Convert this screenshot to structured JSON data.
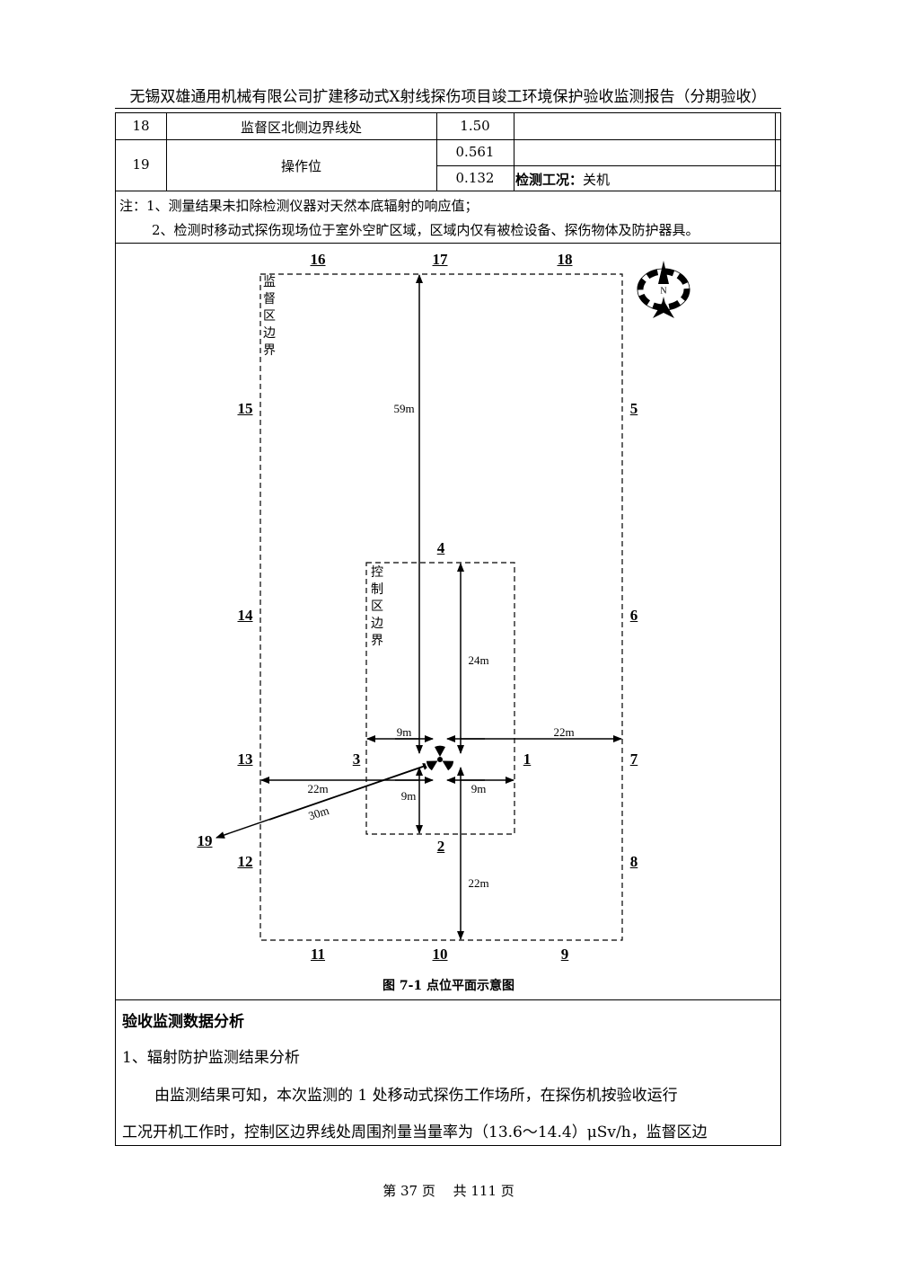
{
  "header": {
    "title": "无锡双雄通用机械有限公司扩建移动式X射线探伤项目竣工环境保护验收监测报告（分期验收）"
  },
  "table": {
    "rows": [
      {
        "no": "18",
        "location": "监督区北侧边界线处",
        "values": [
          "1.50"
        ]
      },
      {
        "no": "19",
        "location": "操作位",
        "values": [
          "0.561",
          "0.132"
        ]
      }
    ],
    "condition": "检测工况：",
    "condition_value": "关机",
    "notes": [
      "注：1、测量结果未扣除检测仪器对天然本底辐射的响应值；",
      "2、检测时移动式探伤现场位于室外空旷区域，区域内仅有被检设备、探伤物体及防护器具。"
    ]
  },
  "diagram": {
    "points": [
      "16",
      "17",
      "18",
      "15",
      "5",
      "4",
      "14",
      "6",
      "13",
      "3",
      "1",
      "7",
      "19",
      "2",
      "12",
      "8",
      "11",
      "10",
      "9"
    ],
    "distances": [
      "59m",
      "24m",
      "9m",
      "22m",
      "22m",
      "9m",
      "9m",
      "30m",
      "22m"
    ],
    "supervised_zone_label": "监督区边界",
    "control_zone_label": "控制区边界",
    "compass": "N",
    "caption": "图 7-1  点位平面示意图"
  },
  "analysis": {
    "heading": "验收监测数据分析",
    "subheading": "1、辐射防护监测结果分析",
    "para_line1": "由监测结果可知，本次监测的 1 处移动式探伤工作场所，在探伤机按验收运行",
    "para_line2": "工况开机工作时，控制区边界线处周围剂量当量率为（13.6～14.4）μSv/h，监督区边"
  },
  "footer": {
    "page": "第 37 页　 共 111 页"
  }
}
